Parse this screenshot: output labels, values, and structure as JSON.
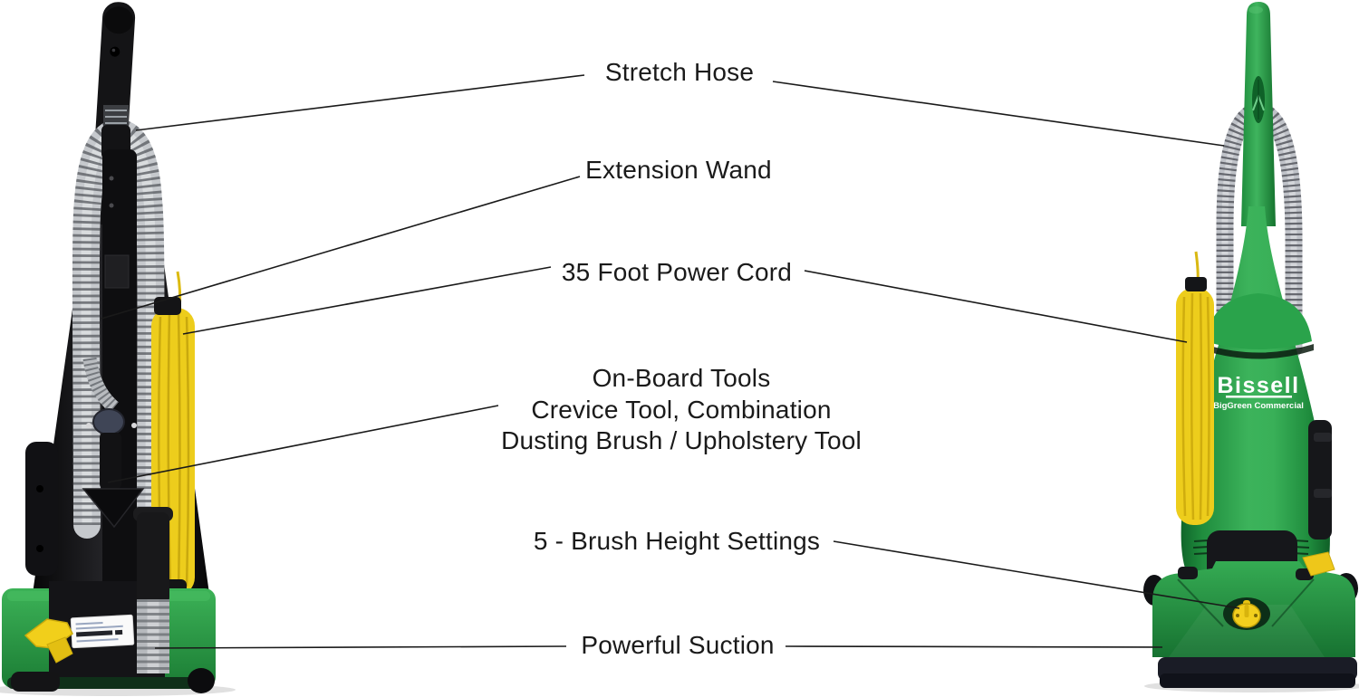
{
  "diagram": {
    "background": "#ffffff",
    "figures": {
      "left": "vacuum-rear-view",
      "right": "vacuum-front-view"
    },
    "brand": {
      "logo": "Bissell",
      "tagline": "BigGreen Commercial"
    },
    "callouts": {
      "stretch_hose": "Stretch Hose",
      "extension_wand": "Extension Wand",
      "power_cord": "35 Foot Power Cord",
      "onboard_tools": {
        "line1": "On-Board Tools",
        "line2": "Crevice Tool, Combination",
        "line3": "Dusting Brush / Upholstery Tool"
      },
      "brush_height": "5 - Brush Height Settings",
      "powerful_suction": "Powerful Suction"
    },
    "colors": {
      "body_green": "#2fa24b",
      "cord_yellow": "#edcd1c",
      "hose_silver": "#c3c6ca",
      "body_black": "#1a1a1c",
      "callout_line": "#1a1a1a",
      "label_text": "#1a1a1a"
    }
  }
}
